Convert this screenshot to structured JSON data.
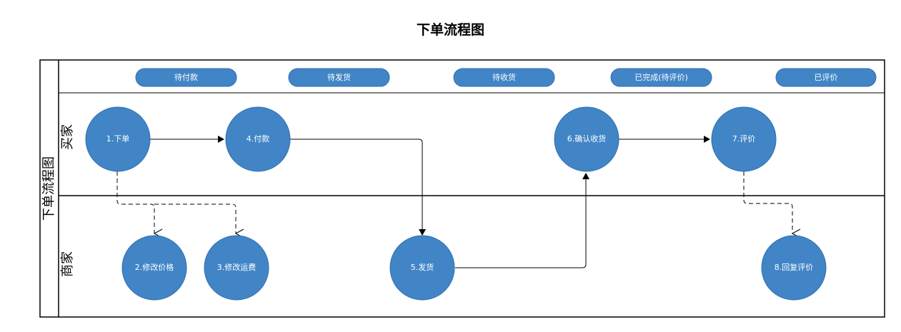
{
  "title": "下单流程图",
  "pool": {
    "label": "下单流程图"
  },
  "lanes": {
    "buyer": "买家",
    "merchant": "商家"
  },
  "statuses": [
    "待付款",
    "待发货",
    "待收货",
    "已完成(待评价)",
    "已评价"
  ],
  "nodes": {
    "n1": "1.下单",
    "n2": "2.修改价格",
    "n3": "3.修改运费",
    "n4": "4.付款",
    "n5": "5.发货",
    "n6": "6.确认收货",
    "n7": "7.评价",
    "n8": "8.回复评价"
  },
  "colors": {
    "node_fill": "#4185C6",
    "node_stroke": "#2F6FAF",
    "text_on_node": "#ffffff",
    "line": "#000000",
    "border": "#000000"
  }
}
